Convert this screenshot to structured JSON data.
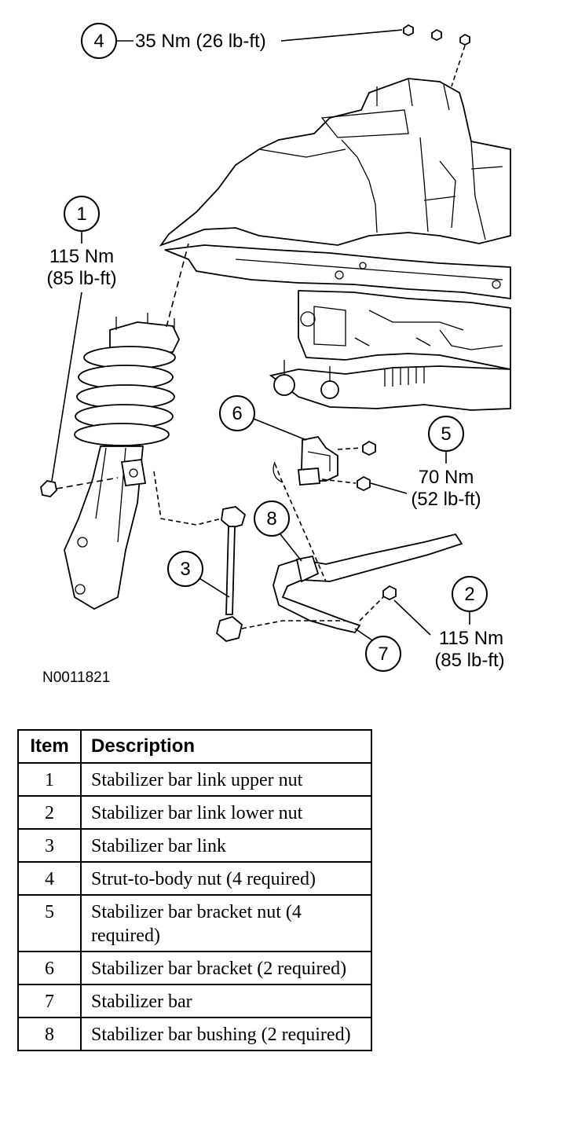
{
  "diagram": {
    "figure_id": "N0011821",
    "callouts": [
      {
        "num": "1",
        "torque_nm": "115 Nm",
        "torque_lbft": "(85 lb-ft)"
      },
      {
        "num": "2",
        "torque_nm": "115 Nm",
        "torque_lbft": "(85 lb-ft)"
      },
      {
        "num": "3"
      },
      {
        "num": "4",
        "torque_label": "35 Nm (26 lb-ft)"
      },
      {
        "num": "5",
        "torque_nm": "70 Nm",
        "torque_lbft": "(52 lb-ft)"
      },
      {
        "num": "6"
      },
      {
        "num": "7"
      },
      {
        "num": "8"
      }
    ]
  },
  "legend": {
    "headers": {
      "item": "Item",
      "description": "Description"
    },
    "rows": [
      {
        "item": "1",
        "description": "Stabilizer bar link upper nut"
      },
      {
        "item": "2",
        "description": "Stabilizer bar link lower nut"
      },
      {
        "item": "3",
        "description": "Stabilizer bar link"
      },
      {
        "item": "4",
        "description": "Strut-to-body nut (4 required)"
      },
      {
        "item": "5",
        "description": "Stabilizer bar bracket nut (4 required)"
      },
      {
        "item": "6",
        "description": "Stabilizer bar bracket (2 required)"
      },
      {
        "item": "7",
        "description": "Stabilizer bar"
      },
      {
        "item": "8",
        "description": "Stabilizer bar bushing (2 required)"
      }
    ]
  }
}
